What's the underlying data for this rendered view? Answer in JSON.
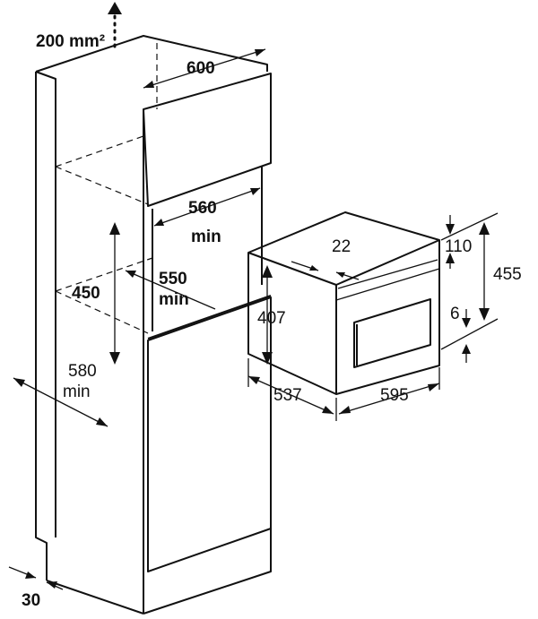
{
  "labels": {
    "vent_area": "200 mm²",
    "cabinet_width": "600",
    "niche_width": "560",
    "niche_width_note": "min",
    "niche_depth": "550",
    "niche_depth_note": "min",
    "niche_height": "450",
    "cabinet_depth": "580",
    "cabinet_depth_note": "min",
    "bottom_gap": "30",
    "oven_top_gap": "22",
    "panel_height": "110",
    "oven_total_height": "455",
    "body_height": "407",
    "bottom_offset": "6",
    "oven_depth": "537",
    "oven_width": "595"
  }
}
